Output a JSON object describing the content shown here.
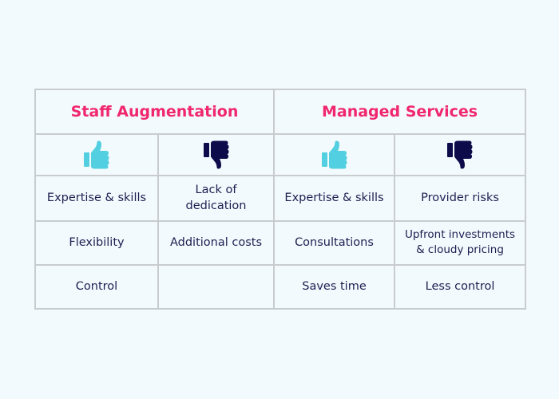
{
  "colors": {
    "background": "#f3fafd",
    "heading": "#f0276e",
    "text": "#1e1e50",
    "grid": "#c8cccf",
    "thumbs_up": "#52cfe0",
    "thumbs_down": "#0e0b4a"
  },
  "headers": [
    {
      "label": "Staff Augmentation"
    },
    {
      "label": "Managed Services"
    }
  ],
  "icons": [
    {
      "name": "thumbs-up-icon",
      "meaning": "pros"
    },
    {
      "name": "thumbs-down-icon",
      "meaning": "cons"
    },
    {
      "name": "thumbs-up-icon",
      "meaning": "pros"
    },
    {
      "name": "thumbs-down-icon",
      "meaning": "cons"
    }
  ],
  "rows": [
    {
      "staff_pro": "Expertise & skills",
      "staff_con": "Lack of dedication",
      "managed_pro": "Expertise & skills",
      "managed_con": "Provider risks"
    },
    {
      "staff_pro": "Flexibility",
      "staff_con": "Additional costs",
      "managed_pro": "Consultations",
      "managed_con": "Upfront investments & cloudy pricing"
    },
    {
      "staff_pro": "Control",
      "staff_con": "",
      "managed_pro": "Saves time",
      "managed_con": "Less control"
    }
  ]
}
